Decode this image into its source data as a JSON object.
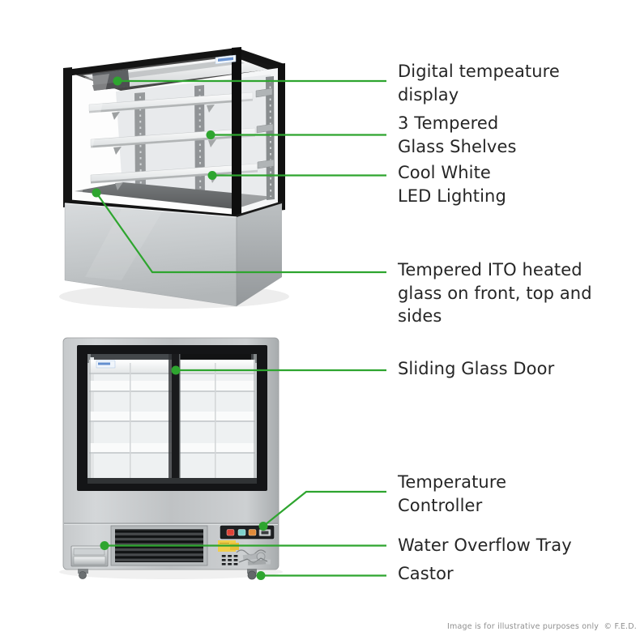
{
  "colors": {
    "accent_green": "#2ea52f",
    "frame_black": "#141517",
    "stainless_light": "#cdd0d2",
    "stainless_dark": "#9fa3a5",
    "label_text": "#262626",
    "footer_text": "#8f8f8f",
    "button_red": "#de4337",
    "button_teal": "#7fd1cb",
    "button_orange": "#e08b3a",
    "sticker_yellow": "#f1ce4a",
    "logo_blue": "#4a7cc7"
  },
  "callouts": [
    {
      "id": "digital-display",
      "label": "Digital tempeature\ndisplay"
    },
    {
      "id": "glass-shelves",
      "label": "3 Tempered\nGlass Shelves"
    },
    {
      "id": "led-lighting",
      "label": "Cool White\nLED Lighting"
    },
    {
      "id": "ito-glass",
      "label": "Tempered ITO heated\nglass on front, top and\nsides"
    },
    {
      "id": "sliding-door",
      "label": "Sliding Glass Door"
    },
    {
      "id": "temp-controller",
      "label": "Temperature\nController"
    },
    {
      "id": "water-tray",
      "label": "Water Overflow Tray"
    },
    {
      "id": "castor",
      "label": "Castor"
    }
  ],
  "footer": {
    "note": "Image is for illustrative purposes only  © F.E.D."
  }
}
